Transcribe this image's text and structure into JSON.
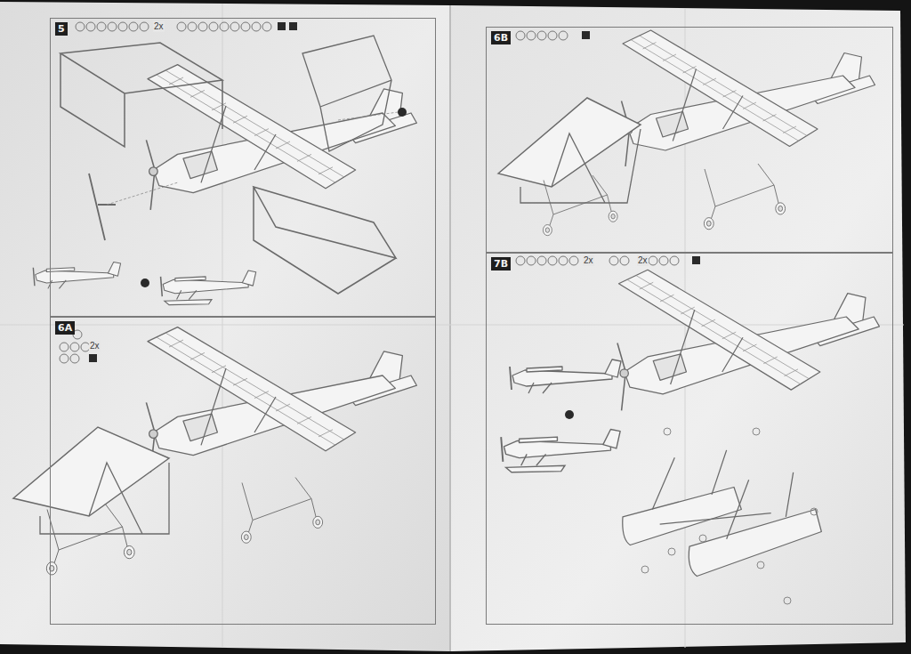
{
  "diagram": {
    "nodes": [
      {
        "text": [
          "5"
        ]
      },
      {
        "text": [
          "6A"
        ]
      },
      {
        "text": [
          "6B"
        ]
      },
      {
        "text": [
          "7B"
        ]
      }
    ],
    "labels": [
      "2x",
      "2x",
      "2x",
      "2x"
    ]
  }
}
